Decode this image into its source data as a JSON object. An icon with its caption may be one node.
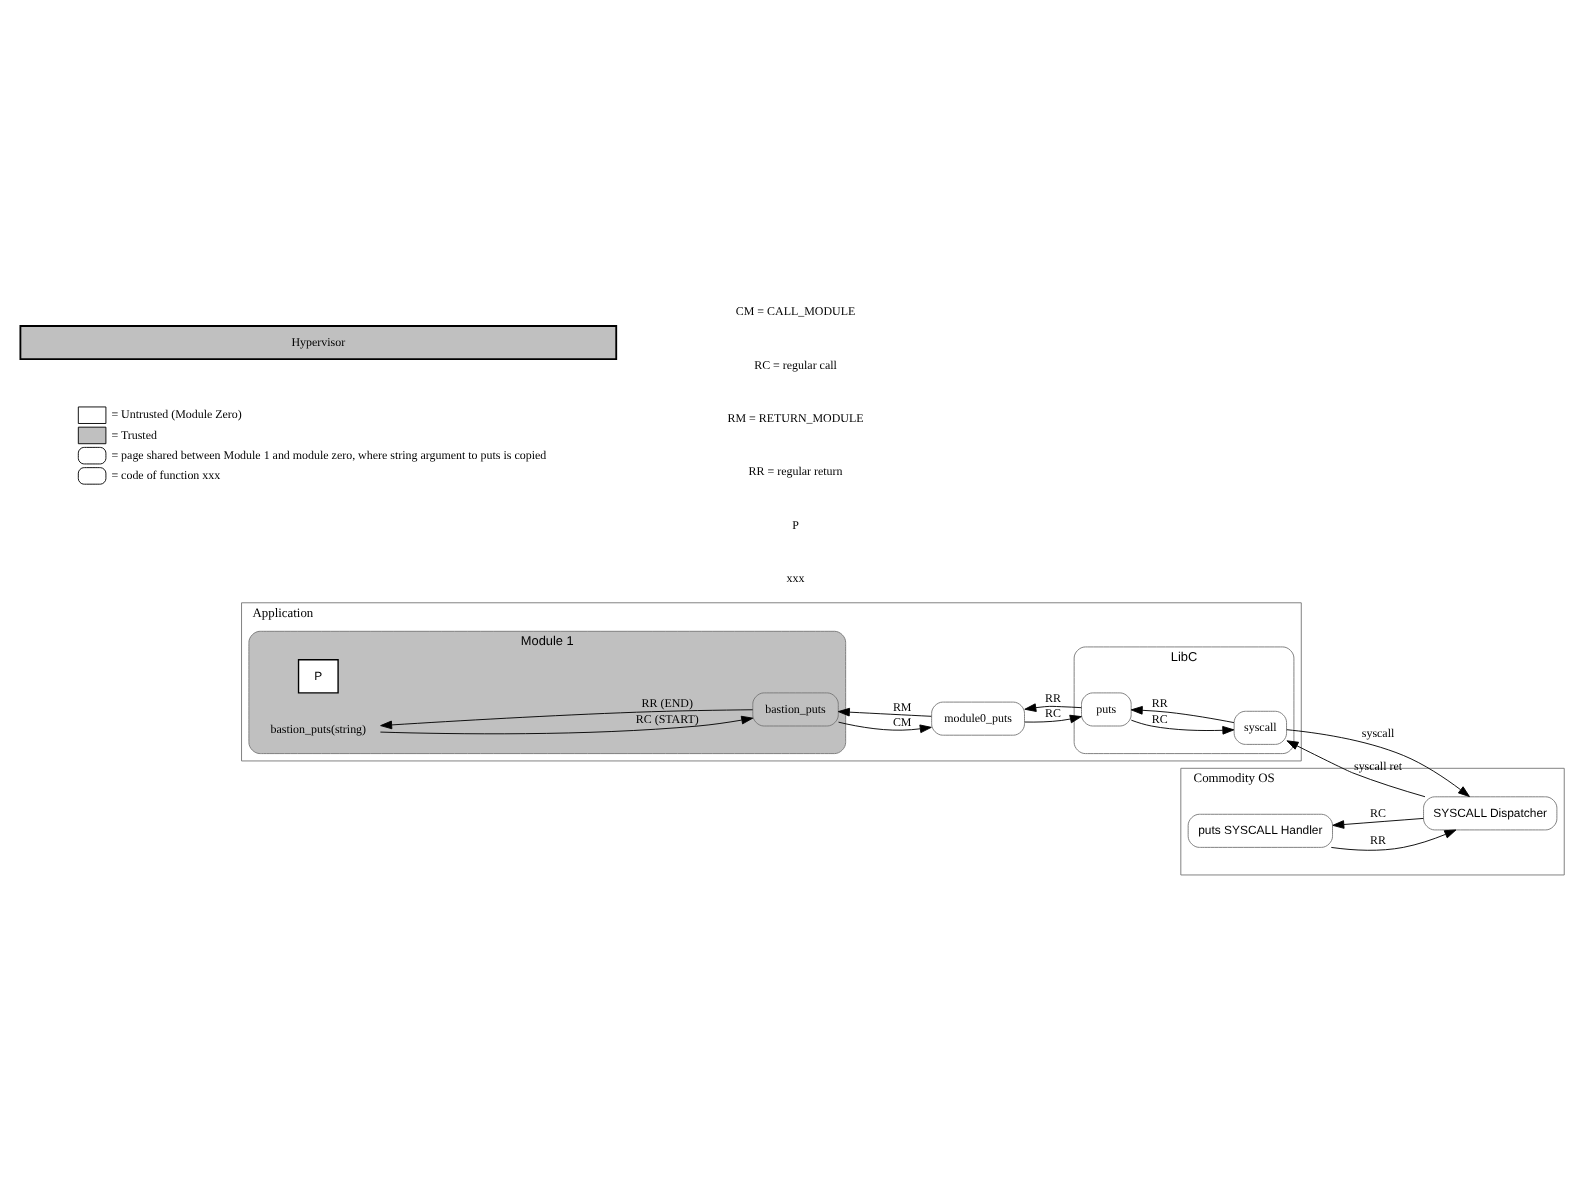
{
  "diagram": {
    "nodes": [
      {
        "text": [
          "Application"
        ]
      },
      {
        "text": [
          "Module 1"
        ],
        "in": 0
      },
      {
        "text": [
          "P"
        ],
        "in": 1
      },
      {
        "text": [
          "bastion_puts(string)"
        ],
        "in": 1
      },
      {
        "text": [
          "bastion_puts"
        ],
        "in": 1
      },
      {
        "text": [
          "module0_puts"
        ],
        "in": 0
      },
      {
        "text": [
          "LibC"
        ],
        "in": 0
      },
      {
        "text": [
          "puts"
        ],
        "in": 6
      },
      {
        "text": [
          "syscall"
        ],
        "in": 6
      },
      {
        "text": [
          "Commodity OS"
        ]
      },
      {
        "text": [
          "puts SYSCALL Handler"
        ],
        "in": 9
      },
      {
        "text": [
          "SYSCALL Dispatcher"
        ],
        "in": 9
      },
      {
        "text": [
          "Hypervisor"
        ]
      }
    ],
    "edges": [
      {
        "from": 3,
        "to": 4,
        "arrow": "to",
        "label": "RC (START)"
      },
      {
        "from": 4,
        "to": 3,
        "arrow": "to",
        "label": "RR (END)"
      },
      {
        "from": 4,
        "to": 5,
        "arrow": "to",
        "label": "CM"
      },
      {
        "from": 5,
        "to": 4,
        "arrow": "to",
        "label": "RM"
      },
      {
        "from": 5,
        "to": 7,
        "arrow": "to",
        "label": "RC"
      },
      {
        "from": 7,
        "to": 5,
        "arrow": "to",
        "label": "RR"
      },
      {
        "from": 7,
        "to": 8,
        "arrow": "to",
        "label": "RC"
      },
      {
        "from": 8,
        "to": 7,
        "arrow": "to",
        "label": "RR"
      },
      {
        "from": 8,
        "to": 11,
        "arrow": "to",
        "label": "syscall"
      },
      {
        "from": 11,
        "to": 8,
        "arrow": "to",
        "label": "syscall ret"
      },
      {
        "from": 10,
        "to": 11,
        "arrow": "to",
        "label": "RR"
      },
      {
        "from": 11,
        "to": 10,
        "arrow": "to",
        "label": "RC"
      }
    ],
    "labels": [
      "CM = CALL_MODULE",
      "RC = regular call",
      "RM = RETURN_MODULE",
      "RR = regular return",
      "P",
      "xxx"
    ],
    "legend": [
      {
        "text": "= Untrusted (Module Zero)",
        "color": "#ffffff"
      },
      {
        "text": "= Trusted",
        "color": "#c0c0c0"
      },
      {
        "text": "= page shared between Module 1 and module zero, where string argument to puts is copied"
      },
      {
        "text": "= code of function xxx"
      }
    ]
  }
}
